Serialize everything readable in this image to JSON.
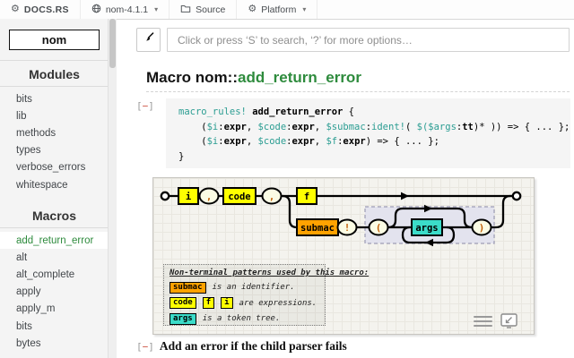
{
  "topbar": {
    "brand": "DOCS.RS",
    "crate": "nom-4.1.1",
    "source": "Source",
    "platform": "Platform",
    "caret": "▾"
  },
  "search": {
    "placeholder": "Click or press ‘S’ to search, ‘?’ for more options…"
  },
  "sidebar": {
    "crate_name": "nom",
    "modules_heading": "Modules",
    "modules": [
      {
        "label": "bits"
      },
      {
        "label": "lib"
      },
      {
        "label": "methods"
      },
      {
        "label": "types"
      },
      {
        "label": "verbose_errors"
      },
      {
        "label": "whitespace"
      }
    ],
    "macros_heading": "Macros",
    "macros": [
      {
        "label": "add_return_error",
        "active": true
      },
      {
        "label": "alt"
      },
      {
        "label": "alt_complete"
      },
      {
        "label": "apply"
      },
      {
        "label": "apply_m"
      },
      {
        "label": "bits"
      },
      {
        "label": "bytes"
      }
    ]
  },
  "main": {
    "title_prefix": "Macro nom::",
    "title_name": "add_return_error",
    "toggle": {
      "l": "[",
      "minus": "−",
      "r": "]"
    },
    "code_lines": [
      [
        [
          "nt",
          "macro_rules!"
        ],
        [
          "plain",
          " "
        ],
        [
          "name",
          "add_return_error"
        ],
        [
          "plain",
          " {"
        ]
      ],
      [
        [
          "plain",
          "    ("
        ],
        [
          "nt",
          "$i"
        ],
        [
          "plain",
          ":"
        ],
        [
          "frag",
          "expr"
        ],
        [
          "plain",
          ", "
        ],
        [
          "nt",
          "$code"
        ],
        [
          "plain",
          ":"
        ],
        [
          "frag",
          "expr"
        ],
        [
          "plain",
          ", "
        ],
        [
          "nt",
          "$submac"
        ],
        [
          "plain",
          ":"
        ],
        [
          "nt",
          "ident!"
        ],
        [
          "plain",
          "( "
        ],
        [
          "nt",
          "$("
        ],
        [
          "nt",
          "$args"
        ],
        [
          "plain",
          ":"
        ],
        [
          "frag",
          "tt"
        ],
        [
          "plain",
          ")* )) => { ... };"
        ]
      ],
      [
        [
          "plain",
          "    ("
        ],
        [
          "nt",
          "$i"
        ],
        [
          "plain",
          ":"
        ],
        [
          "frag",
          "expr"
        ],
        [
          "plain",
          ", "
        ],
        [
          "nt",
          "$code"
        ],
        [
          "plain",
          ":"
        ],
        [
          "frag",
          "expr"
        ],
        [
          "plain",
          ", "
        ],
        [
          "nt",
          "$f"
        ],
        [
          "plain",
          ":"
        ],
        [
          "frag",
          "expr"
        ],
        [
          "plain",
          ") => { ... };"
        ]
      ],
      [
        [
          "plain",
          "}"
        ]
      ]
    ],
    "doc_summary": "Add an error if the child parser fails"
  },
  "diagram": {
    "colors": {
      "yellow": "#feff00",
      "orange": "#ffa200",
      "teal": "#3bdcc9"
    },
    "nodes": {
      "i": "i",
      "comma1": ",",
      "code": "code",
      "comma2": ",",
      "f": "f",
      "submac": "submac",
      "bang": "!",
      "lparen": "(",
      "args": "args",
      "rparen": ")"
    },
    "legend": {
      "title": "Non-terminal patterns used by this macro:",
      "rows": [
        {
          "boxes": [
            {
              "label": "submac",
              "color": "#ffa200"
            }
          ],
          "text": "is an identifier."
        },
        {
          "boxes": [
            {
              "label": "code",
              "color": "#feff00"
            },
            {
              "label": "f",
              "color": "#feff00"
            },
            {
              "label": "i",
              "color": "#feff00"
            }
          ],
          "text": "are expressions."
        },
        {
          "boxes": [
            {
              "label": "args",
              "color": "#3bdcc9"
            }
          ],
          "text": "is a token tree."
        }
      ]
    }
  }
}
